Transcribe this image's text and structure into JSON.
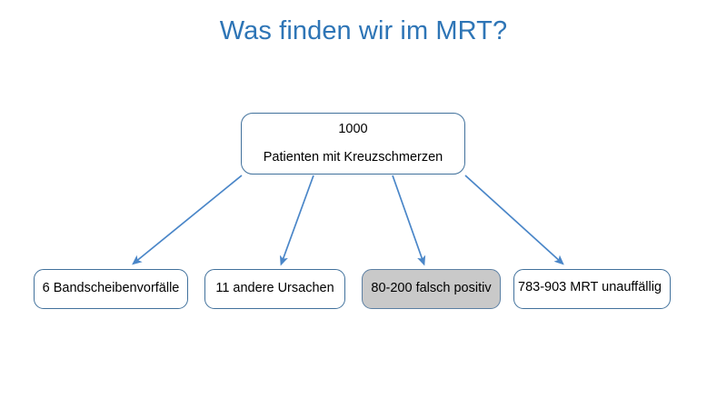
{
  "slide": {
    "title": "Was finden wir im MRT?",
    "title_color": "#2E75B6",
    "background_color": "#FFFFFF"
  },
  "diagram": {
    "type": "flowchart",
    "root": {
      "line1": "1000",
      "line2": "Patienten mit Kreuzschmerzen",
      "fill_color": "#FFFFFF",
      "border_color": "#41719C"
    },
    "leaves": [
      {
        "label": "6 Bandscheibenvorfälle",
        "fill_color": "#FFFFFF",
        "border_color": "#41719C",
        "highlighted": "false"
      },
      {
        "label": "11 andere Ursachen",
        "fill_color": "#FFFFFF",
        "border_color": "#41719C",
        "highlighted": "false"
      },
      {
        "label": "80-200 falsch positiv",
        "fill_color": "#C9C9C9",
        "border_color": "#5B7FA3",
        "highlighted": "true"
      },
      {
        "label": "783-903 MRT unauffällig",
        "fill_color": "#FFFFFF",
        "border_color": "#41719C",
        "highlighted": "false"
      }
    ],
    "connector_color": "#4A86C8"
  }
}
